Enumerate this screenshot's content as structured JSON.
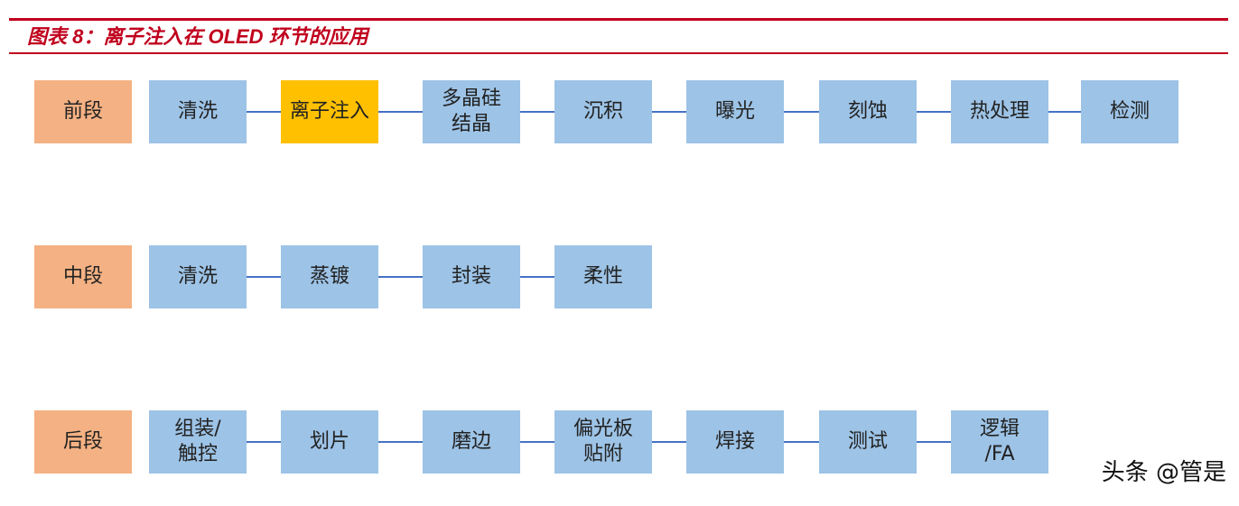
{
  "title": "图表 8：离子注入在 OLED 环节的应用",
  "colors": {
    "rule": "#c0001d",
    "stage_box": "#f4b183",
    "step_box": "#9dc3e6",
    "highlight_box": "#ffc000",
    "connector": "#4472c4"
  },
  "rows": [
    {
      "stage": "前段",
      "steps": [
        "清洗",
        "离子注入",
        "多晶硅\n结晶",
        "沉积",
        "曝光",
        "刻蚀",
        "热处理",
        "检测"
      ],
      "highlighted_step": "离子注入"
    },
    {
      "stage": "中段",
      "steps": [
        "清洗",
        "蒸镀",
        "封装",
        "柔性"
      ]
    },
    {
      "stage": "后段",
      "steps": [
        "组装/\n触控",
        "划片",
        "磨边",
        "偏光板\n贴附",
        "焊接",
        "测试",
        "逻辑\n/FA"
      ]
    }
  ],
  "watermark": "头条 @管是"
}
